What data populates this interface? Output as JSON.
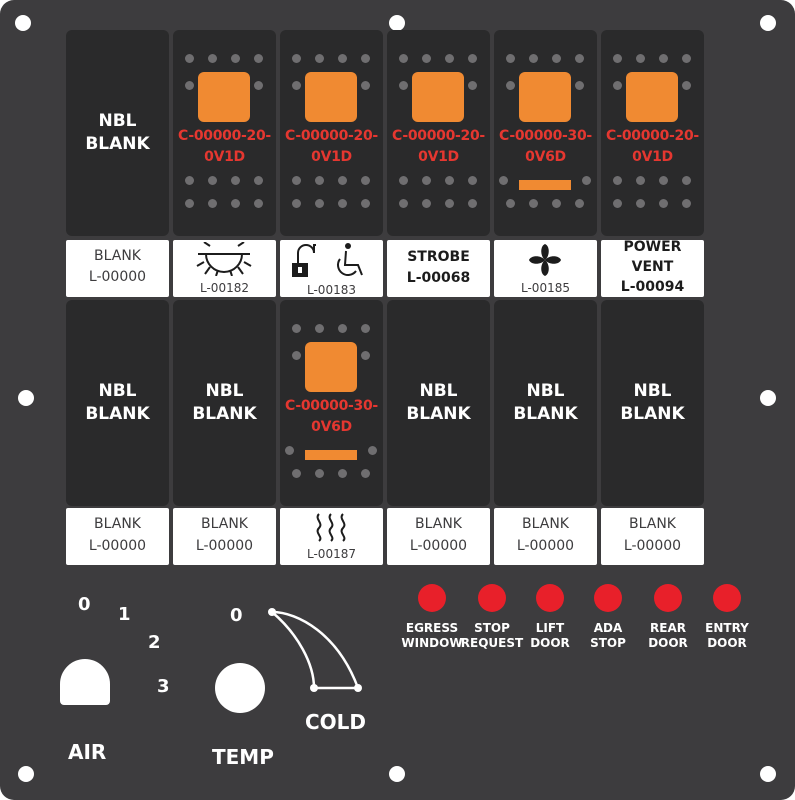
{
  "switches_top": [
    {
      "type": "blank",
      "line1": "NBL",
      "line2": "BLANK",
      "label": {
        "line1": "BLANK",
        "line2": "L-00000"
      }
    },
    {
      "type": "lamp",
      "code1": "C-00000-20-",
      "code2": "0V1D",
      "bar": false,
      "label": {
        "icon": "sun-icon",
        "code": "L-00182"
      }
    },
    {
      "type": "lamp",
      "code1": "C-00000-20-",
      "code2": "0V1D",
      "bar": false,
      "label": {
        "icon": "lock-wheelchair-icon",
        "code": "L-00183"
      }
    },
    {
      "type": "lamp",
      "code1": "C-00000-20-",
      "code2": "0V1D",
      "bar": false,
      "label": {
        "line1": "STROBE",
        "line2": "L-00068"
      }
    },
    {
      "type": "lamp",
      "code1": "C-00000-30-",
      "code2": "0V6D",
      "bar": true,
      "label": {
        "icon": "fan-icon",
        "code": "L-00185"
      }
    },
    {
      "type": "lamp",
      "code1": "C-00000-20-",
      "code2": "0V1D",
      "bar": false,
      "label": {
        "line1": "POWER",
        "line2": "VENT",
        "line3": "L-00094"
      }
    }
  ],
  "switches_bottom": [
    {
      "type": "blank",
      "line1": "NBL",
      "line2": "BLANK",
      "label": {
        "line1": "BLANK",
        "line2": "L-00000"
      }
    },
    {
      "type": "blank",
      "line1": "NBL",
      "line2": "BLANK",
      "label": {
        "line1": "BLANK",
        "line2": "L-00000"
      }
    },
    {
      "type": "lamp",
      "code1": "C-00000-30-",
      "code2": "0V6D",
      "bar": true,
      "label": {
        "icon": "heat-waves-icon",
        "code": "L-00187"
      }
    },
    {
      "type": "blank",
      "line1": "NBL",
      "line2": "BLANK",
      "label": {
        "line1": "BLANK",
        "line2": "L-00000"
      }
    },
    {
      "type": "blank",
      "line1": "NBL",
      "line2": "BLANK",
      "label": {
        "line1": "BLANK",
        "line2": "L-00000"
      }
    },
    {
      "type": "blank",
      "line1": "NBL",
      "line2": "BLANK",
      "label": {
        "line1": "BLANK",
        "line2": "L-00000"
      }
    }
  ],
  "indicators": [
    {
      "line1": "EGRESS",
      "line2": "WINDOW"
    },
    {
      "line1": "STOP",
      "line2": "REQUEST"
    },
    {
      "line1": "LIFT",
      "line2": "DOOR"
    },
    {
      "line1": "ADA",
      "line2": "STOP"
    },
    {
      "line1": "REAR",
      "line2": "DOOR"
    },
    {
      "line1": "ENTRY",
      "line2": "DOOR"
    }
  ],
  "air": {
    "title": "AIR",
    "positions": [
      "0",
      "1",
      "2",
      "3"
    ]
  },
  "temp": {
    "title": "TEMP",
    "zero": "0",
    "cold": "COLD"
  },
  "colors": {
    "panel": "#3d3c3e",
    "switch": "#2a2a2b",
    "lamp": "#f08a32",
    "code_text": "#e53730",
    "led": "#e8202a"
  }
}
